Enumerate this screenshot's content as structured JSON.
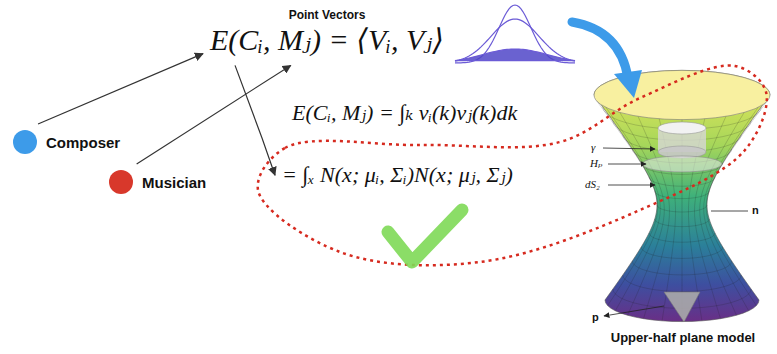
{
  "diagram": {
    "nodes": [
      {
        "text": [
          "Composer"
        ]
      },
      {
        "text": [
          "Musician"
        ]
      },
      {
        "text": [
          "Point Vectors",
          "E(Cᵢ, Mⱼ) = ⟨Vᵢ, Vⱼ⟩"
        ]
      },
      {
        "text": [
          "= ∫ₓ N(x; μᵢ, Σᵢ)N(x; μⱼ, Σⱼ)"
        ]
      }
    ],
    "edges": [
      {
        "from": 0,
        "to": 2,
        "arrow": "to"
      },
      {
        "from": 1,
        "to": 2,
        "arrow": "to"
      },
      {
        "from": 2,
        "to": 3,
        "arrow": "to"
      }
    ],
    "labels": [
      "E(Cᵢ, Mⱼ) = ∫ₖ vᵢ(k)vⱼ(k)dk",
      "γ",
      "Hₚ",
      "dS₂",
      "n",
      "p",
      "Upper-half plane model"
    ]
  }
}
